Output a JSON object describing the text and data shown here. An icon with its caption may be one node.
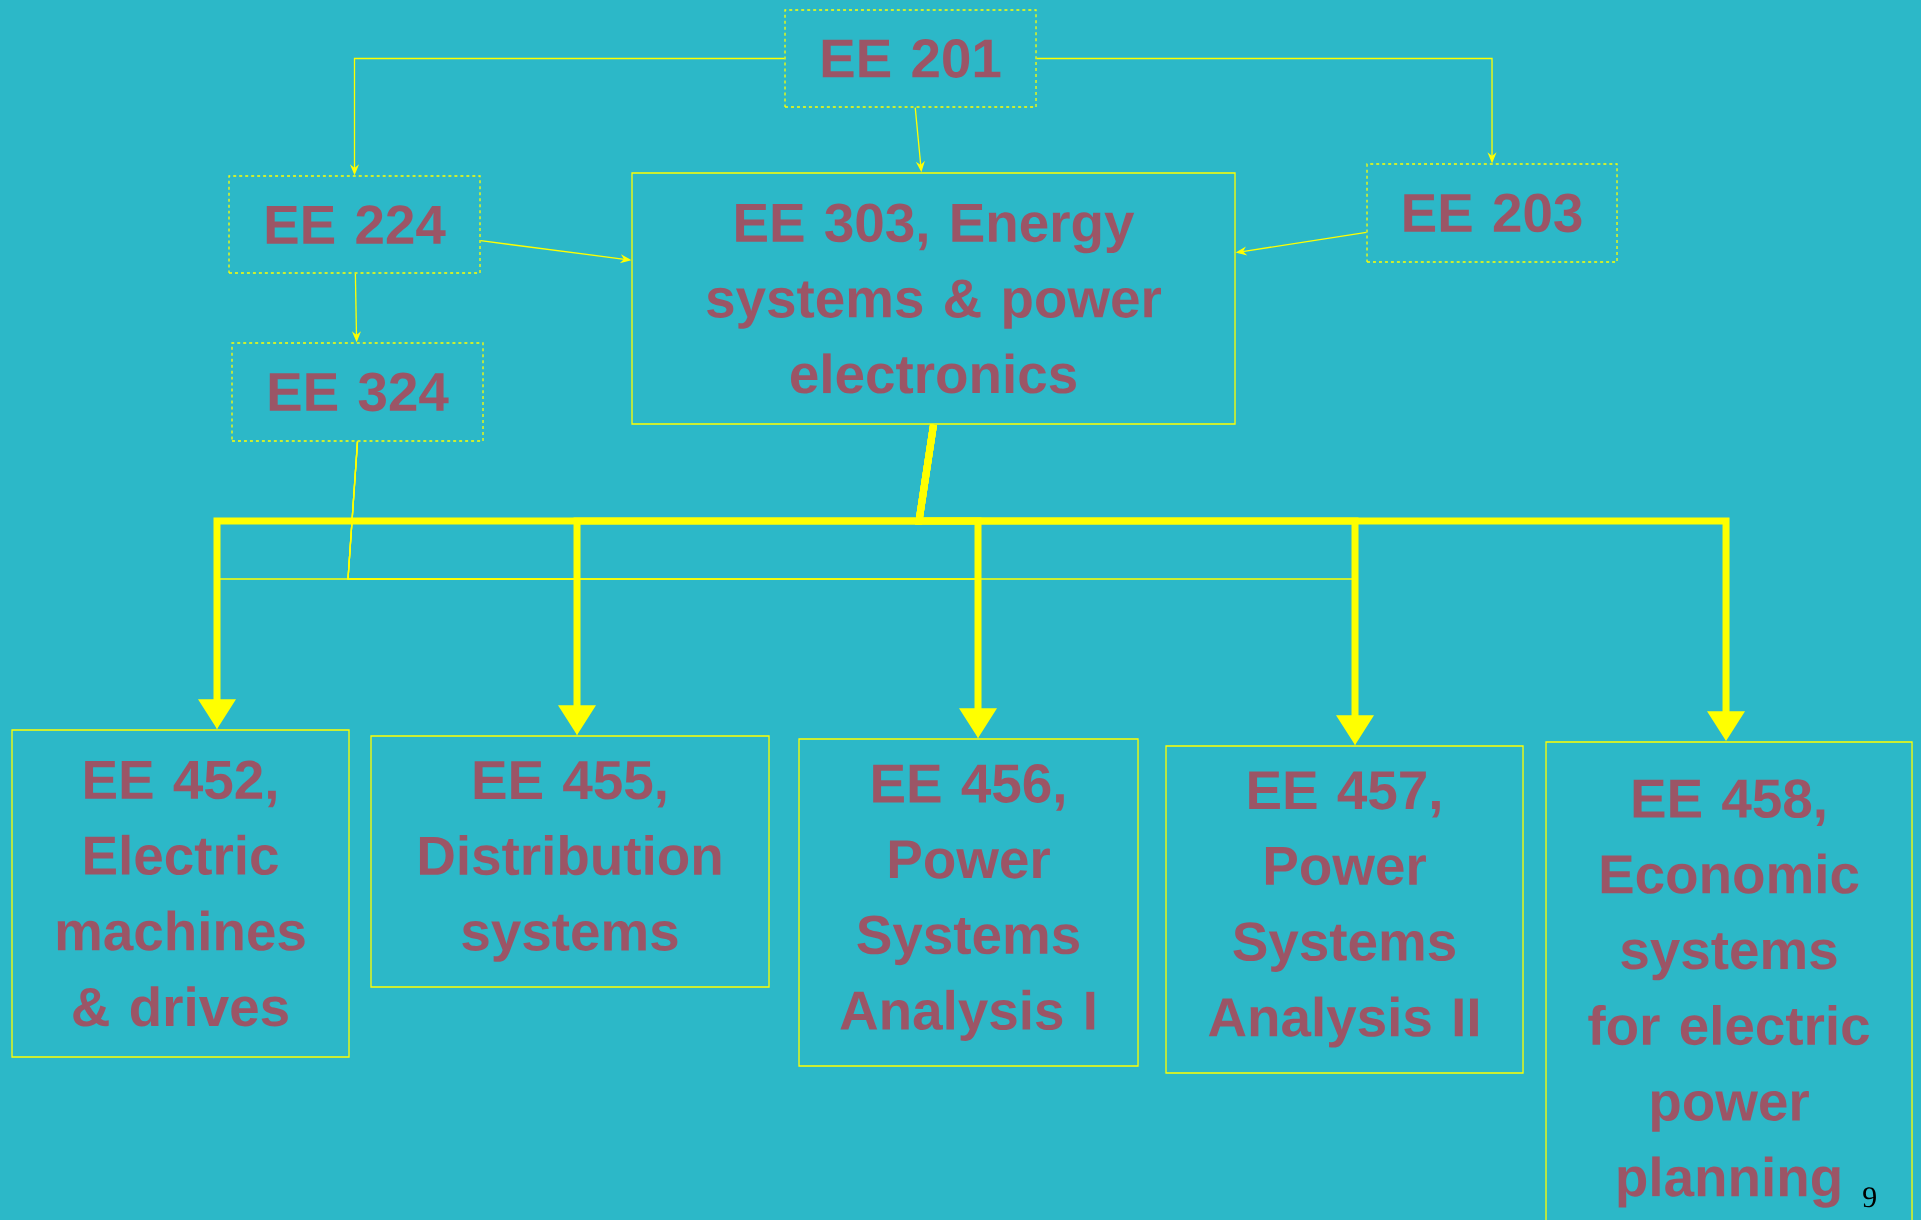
{
  "diagram": {
    "nodes": [
      {
        "text": [
          "EE 201"
        ]
      },
      {
        "text": [
          "EE 224"
        ]
      },
      {
        "text": [
          "EE 303, Energy systems & power electronics"
        ]
      },
      {
        "text": [
          "EE 203"
        ]
      },
      {
        "text": [
          "EE 324"
        ]
      },
      {
        "text": [
          "EE 452, Electric machines & drives"
        ]
      },
      {
        "text": [
          "EE 455, Distribution systems"
        ]
      },
      {
        "text": [
          "EE 456, Power Systems Analysis I"
        ]
      },
      {
        "text": [
          "EE 457, Power Systems Analysis II"
        ]
      },
      {
        "text": [
          "EE 458, Economic systems for electric power planning"
        ]
      }
    ],
    "edges": [
      {
        "from": 0,
        "to": 1,
        "arrow": "to"
      },
      {
        "from": 0,
        "to": 2,
        "arrow": "to"
      },
      {
        "from": 0,
        "to": 3,
        "arrow": "to"
      },
      {
        "from": 1,
        "to": 2,
        "arrow": "to"
      },
      {
        "from": 3,
        "to": 2,
        "arrow": "to"
      },
      {
        "from": 1,
        "to": 4,
        "arrow": "to"
      },
      {
        "from": 2,
        "to": 5,
        "arrow": "to",
        "style": "thick"
      },
      {
        "from": 2,
        "to": 6,
        "arrow": "to",
        "style": "thick"
      },
      {
        "from": 2,
        "to": 7,
        "arrow": "to",
        "style": "thick"
      },
      {
        "from": 2,
        "to": 8,
        "arrow": "to",
        "style": "thick"
      },
      {
        "from": 2,
        "to": 9,
        "arrow": "to",
        "style": "thick"
      },
      {
        "from": 4,
        "to": 5,
        "arrow": "to"
      },
      {
        "from": 4,
        "to": 6,
        "arrow": "to"
      },
      {
        "from": 4,
        "to": 7,
        "arrow": "to"
      },
      {
        "from": 4,
        "to": 8,
        "arrow": "to"
      }
    ],
    "labels": [
      "9"
    ]
  }
}
